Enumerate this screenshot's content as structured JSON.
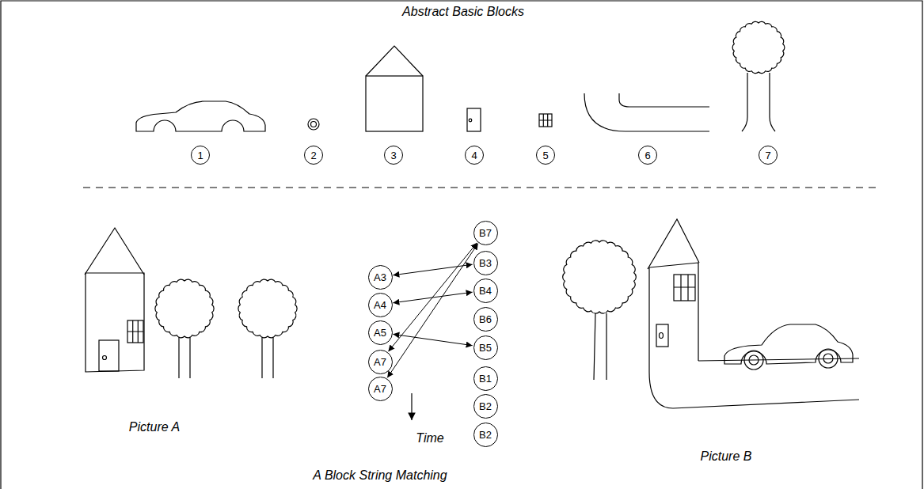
{
  "diagram": {
    "title": "Abstract Basic Blocks",
    "caption": "A Block String Matching",
    "nodes": [
      {
        "text": [
          "1"
        ]
      },
      {
        "text": [
          "2"
        ]
      },
      {
        "text": [
          "3"
        ]
      },
      {
        "text": [
          "4"
        ]
      },
      {
        "text": [
          "5"
        ]
      },
      {
        "text": [
          "6"
        ]
      },
      {
        "text": [
          "7"
        ]
      },
      {
        "text": [
          "A3"
        ]
      },
      {
        "text": [
          "A4"
        ]
      },
      {
        "text": [
          "A5"
        ]
      },
      {
        "text": [
          "A7"
        ]
      },
      {
        "text": [
          "A7"
        ]
      },
      {
        "text": [
          "B7"
        ]
      },
      {
        "text": [
          "B3"
        ]
      },
      {
        "text": [
          "B4"
        ]
      },
      {
        "text": [
          "B6"
        ]
      },
      {
        "text": [
          "B5"
        ]
      },
      {
        "text": [
          "B1"
        ]
      },
      {
        "text": [
          "B2"
        ]
      },
      {
        "text": [
          "B2"
        ]
      }
    ],
    "edges": [
      {
        "from": 7,
        "to": 13,
        "arrow": "both"
      },
      {
        "from": 8,
        "to": 14,
        "arrow": "both"
      },
      {
        "from": 9,
        "to": 16,
        "arrow": "both"
      },
      {
        "from": 10,
        "to": 12,
        "arrow": "both"
      },
      {
        "from": 11,
        "to": 12,
        "arrow": "both"
      }
    ],
    "labels": [
      "Picture A",
      "Time",
      "Picture B"
    ]
  }
}
